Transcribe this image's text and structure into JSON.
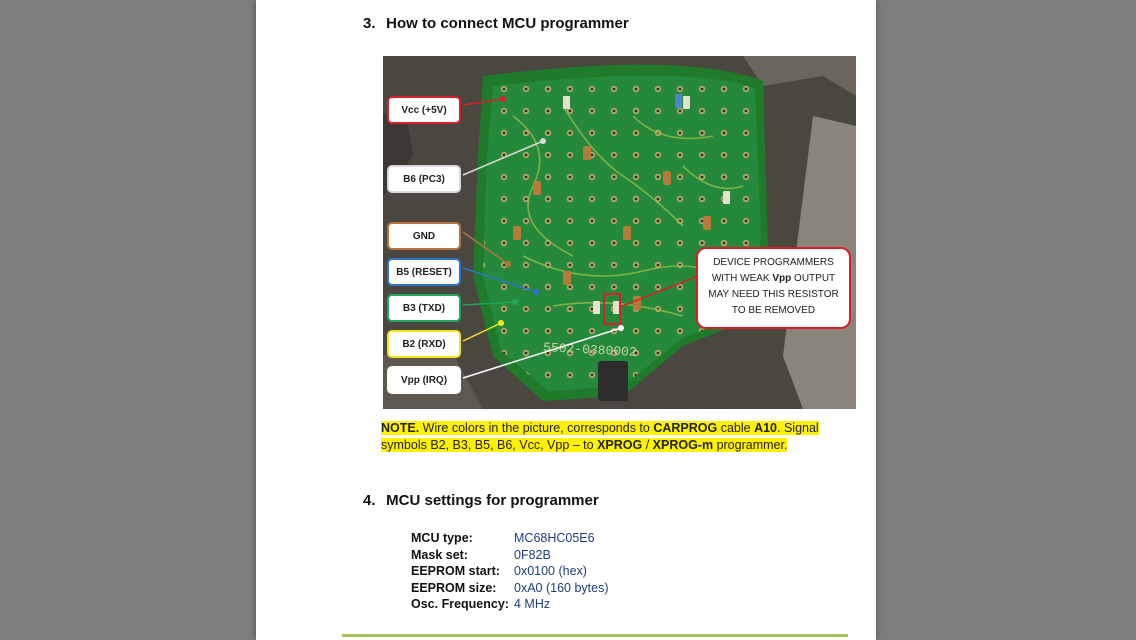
{
  "section3": {
    "number": "3.",
    "title": "How to connect MCU programmer"
  },
  "photo": {
    "labels": {
      "vcc": "Vcc (+5V)",
      "b6": "B6 (PC3)",
      "gnd": "GND",
      "b5": "B5 (RESET)",
      "b3": "B3 (TXD)",
      "b2": "B2 (RXD)",
      "vpp": "Vpp (IRQ)"
    },
    "pcb_marking": "5502-0380002",
    "callout": {
      "line1": "DEVICE PROGRAMMERS",
      "line2a": "WITH WEAK ",
      "line2b": "Vpp",
      "line2c": " OUTPUT",
      "line3": "MAY NEED THIS RESISTOR",
      "line4": "TO BE REMOVED"
    },
    "colors": {
      "vcc": "#d8202a",
      "b6": "#d9d9d9",
      "gnd": "#b8733b",
      "b5": "#2b74c8",
      "b3": "#1fa85a",
      "b2": "#f4e51a",
      "vpp": "#ffffff"
    }
  },
  "note": {
    "lead": "NOTE.",
    "t1": " Wire colors in the picture, corresponds to ",
    "carprog": "CARPROG",
    "t2": " cable ",
    "a10": "A10",
    "t3": ". Signal symbols B2, B3, B5, B6, Vcc, Vpp – to ",
    "xprog": "XPROG",
    "t4": " / ",
    "xprogm": "XPROG-m",
    "t5": " programmer."
  },
  "section4": {
    "number": "4.",
    "title": "MCU settings for programmer"
  },
  "settings": [
    {
      "key": "MCU type:",
      "value": "MC68HC05E6"
    },
    {
      "key": "Mask set:",
      "value": "0F82B"
    },
    {
      "key": "EEPROM start:",
      "value": "0x0100 (hex)"
    },
    {
      "key": "EEPROM size:",
      "value": "0xA0 (160 bytes)"
    },
    {
      "key": "Osc. Frequency:",
      "value": "4 MHz"
    }
  ]
}
